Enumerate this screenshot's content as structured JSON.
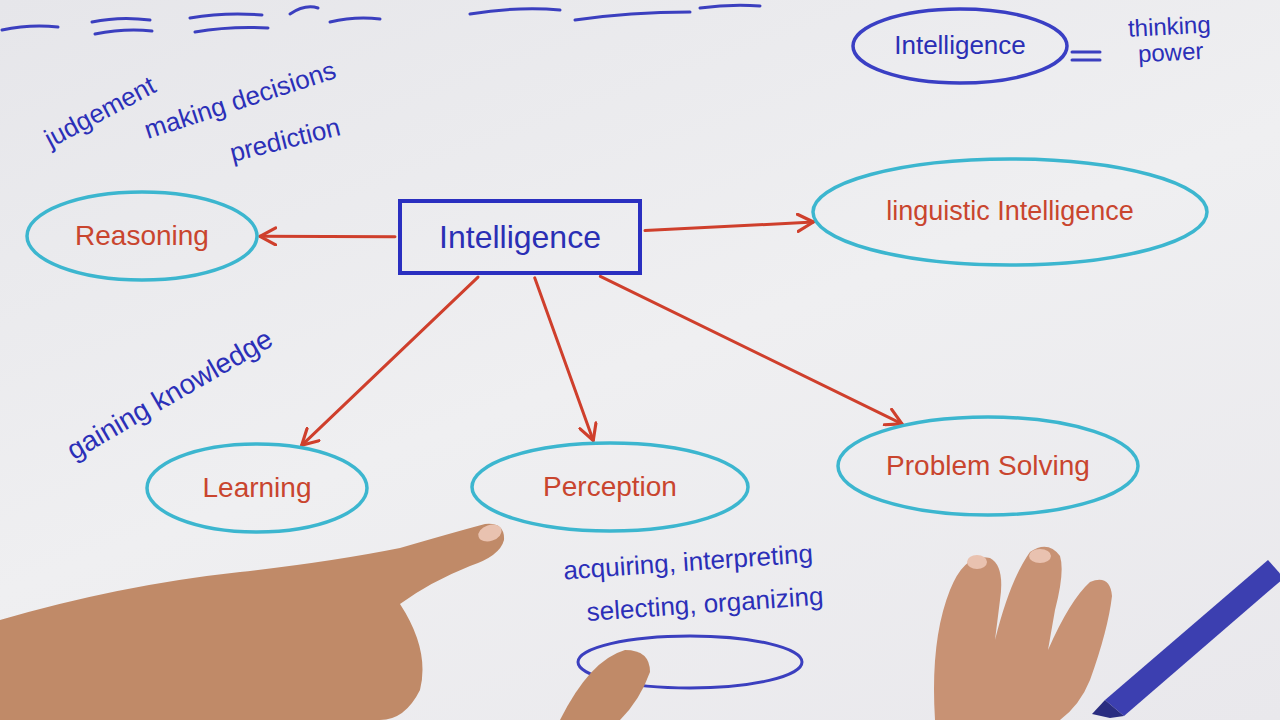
{
  "diagram": {
    "nodes": [
      {
        "text": [
          "Intelligence"
        ]
      },
      {
        "text": [
          "Reasoning"
        ]
      },
      {
        "text": [
          "Intelligence"
        ]
      },
      {
        "text": [
          "linguistic Intelligence"
        ]
      },
      {
        "text": [
          "Learning"
        ]
      },
      {
        "text": [
          "Perception"
        ]
      },
      {
        "text": [
          "Problem Solving"
        ]
      }
    ],
    "edges": [
      {
        "from": 2,
        "to": 1,
        "arrow": "to"
      },
      {
        "from": 2,
        "to": 3,
        "arrow": "to"
      },
      {
        "from": 2,
        "to": 4,
        "arrow": "to"
      },
      {
        "from": 2,
        "to": 5,
        "arrow": "to"
      },
      {
        "from": 2,
        "to": 6,
        "arrow": "to"
      }
    ],
    "labels": [
      "thinking power",
      "judgement",
      "making decisions",
      "prediction",
      "gaining knowledge",
      "acquiring, interpreting",
      "selecting, organizing"
    ]
  }
}
